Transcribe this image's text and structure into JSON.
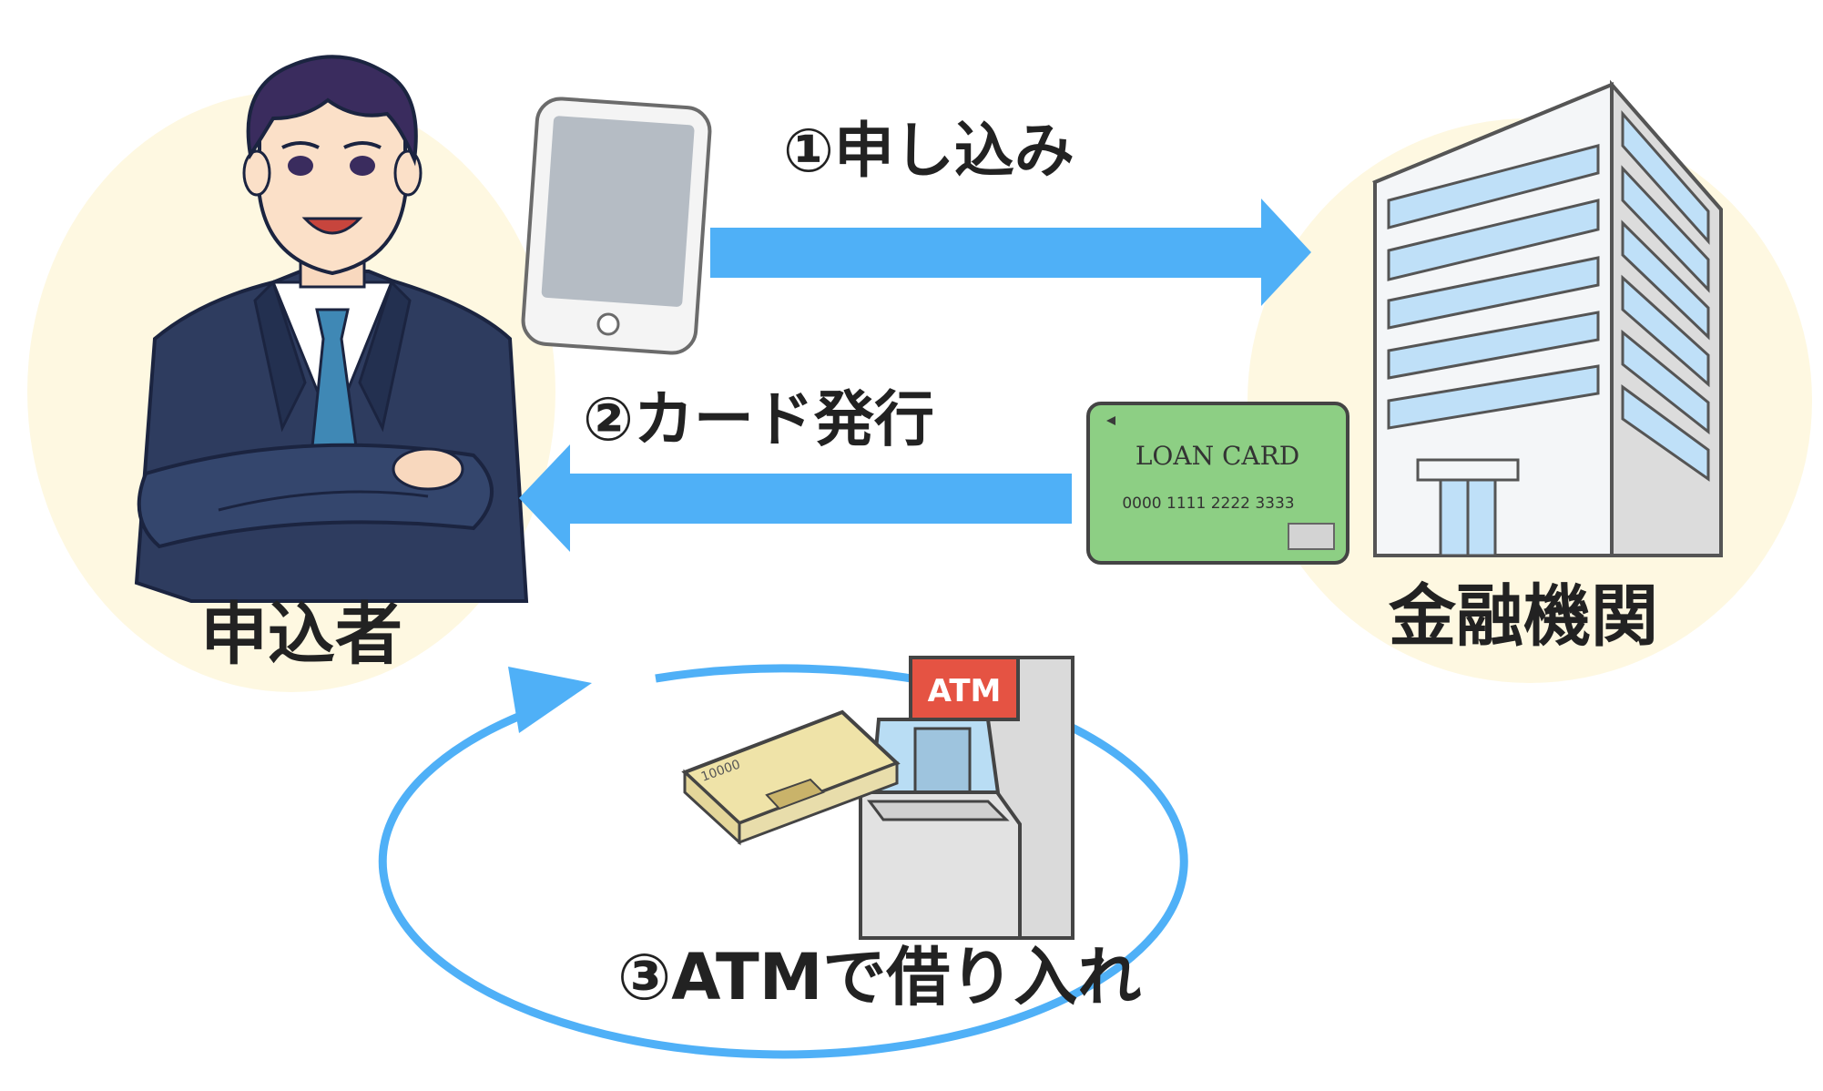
{
  "steps": {
    "apply": "①申し込み",
    "card_issue": "②カード発行",
    "atm_borrow": "③ATMで借り入れ"
  },
  "actors": {
    "applicant": "申込者",
    "institution": "金融機関"
  },
  "card": {
    "title": "LOAN CARD",
    "number": "0000 1111 2222 3333"
  },
  "atm": {
    "sign": "ATM"
  },
  "banknote": {
    "denomination": "10000"
  },
  "colors": {
    "arrow_blue": "#4FB0F7",
    "circle_cream": "#FEF8E1",
    "card_green": "#8DCF84",
    "atm_red": "#E55343"
  },
  "icons": {
    "applicant": "businessman-illustration",
    "device": "smartphone-icon",
    "institution": "office-building-icon",
    "card": "loan-card-icon",
    "machine": "atm-machine-icon",
    "cash": "banknote-bundle-icon"
  }
}
